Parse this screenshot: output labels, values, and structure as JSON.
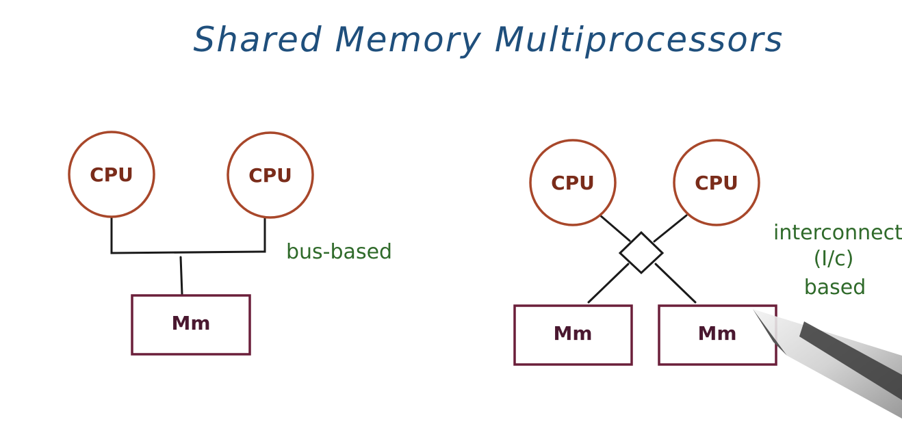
{
  "title": "Shared Memory Multiprocessors",
  "left_diagram": {
    "cpu_labels": [
      "CPU",
      "CPU"
    ],
    "memory_label": "Mm",
    "annotation": "bus-based"
  },
  "right_diagram": {
    "cpu_labels": [
      "CPU",
      "CPU"
    ],
    "memory_labels": [
      "Mm",
      "Mm"
    ],
    "annotation_line1": "interconnect",
    "annotation_line2": "(I/c)",
    "annotation_line3": "based"
  },
  "colors": {
    "title": "#1f4f7c",
    "cpu": "#a8472a",
    "memory": "#6b1f3a",
    "annotation": "#2f6a2a"
  }
}
